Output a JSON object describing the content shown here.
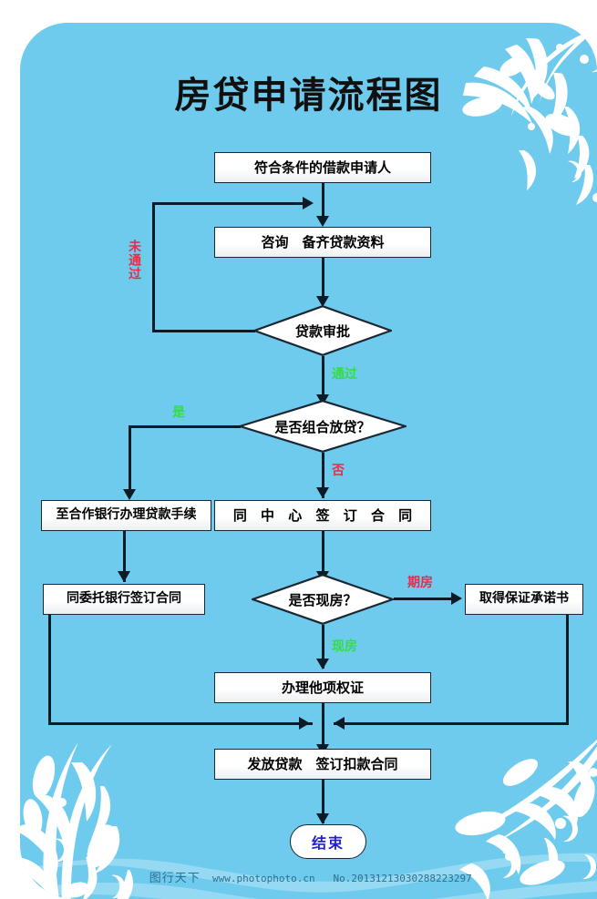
{
  "title": "房贷申请流程图",
  "theme": {
    "panel_bg": "#6ecbed",
    "node_border": "#1a2733",
    "node_bg": "#ffffff",
    "line_color": "#0d1b27",
    "label_green": "#33dd44",
    "label_red": "#e0304a",
    "terminator_text": "#2222cc",
    "ornament": "#ffffff"
  },
  "nodes": {
    "applicant": "符合条件的借款申请人",
    "consult": "咨询　备齐贷款资料",
    "approval": "贷款审批",
    "combo_loan": "是否组合放贷？",
    "partner_bank": "至合作银行办理贷款手续",
    "center_contract": "同 中 心 签 订 合 同",
    "trustee_contract": "同委托银行签订合同",
    "existing_house": "是否现房？",
    "guarantee": "取得保证承诺书",
    "other_rights": "办理他项权证",
    "disburse": "发放贷款　签订扣款合同",
    "end": "结束"
  },
  "edge_labels": {
    "not_passed": "未通过",
    "passed": "通过",
    "yes": "是",
    "no": "否",
    "forward_house": "期房",
    "ready_house": "现房"
  },
  "footer": {
    "site_cn": "图行天下",
    "site_url": "www.photophoto.cn",
    "image_no": "No.20131213030288223297"
  }
}
